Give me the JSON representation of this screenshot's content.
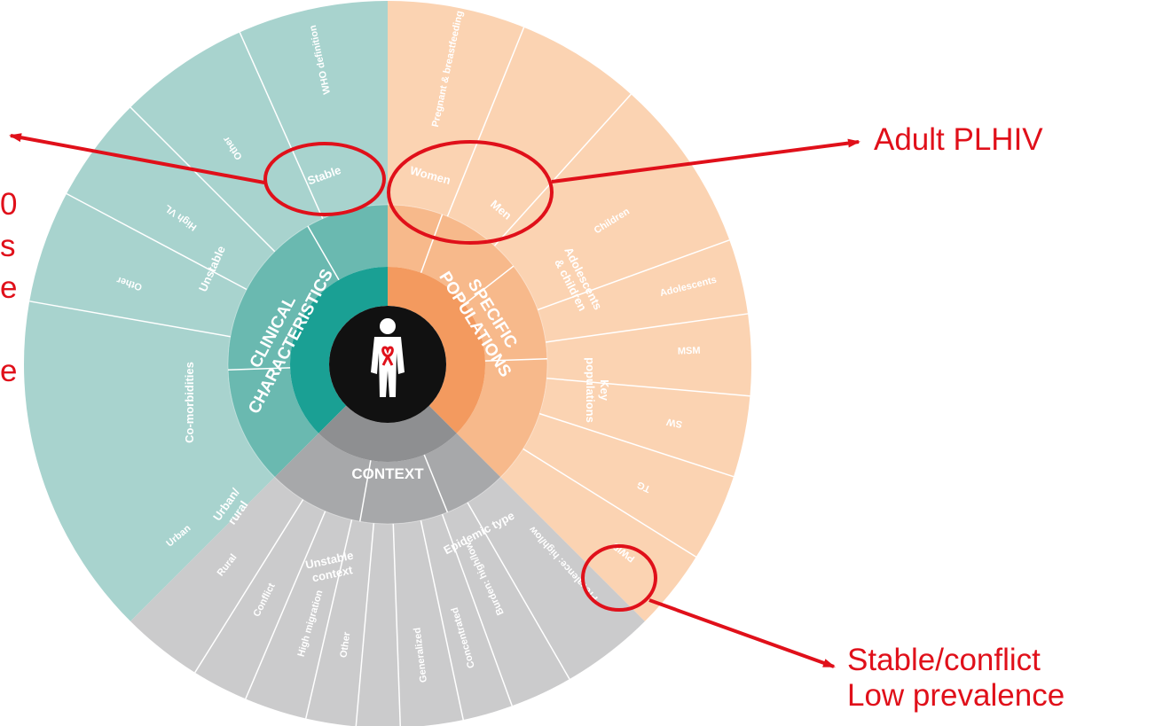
{
  "colors": {
    "clinical_outer": "#a8d3ce",
    "clinical_mid": "#6ab9b0",
    "clinical_inner": "#1aa094",
    "population_outer": "#fbd3b2",
    "population_mid": "#f7b98b",
    "population_inner": "#f39a5f",
    "context_outer": "#cbcbcc",
    "context_mid": "#a7a8aa",
    "context_inner": "#8e8f91",
    "center": "#111111",
    "annotation": "#e0101a"
  },
  "center_icon": "person-with-red-ribbon-icon",
  "inner_ring": {
    "clinical": "CLINICAL CHARACTERISTICS",
    "populations": "SPECIFIC POPULATIONS",
    "context": "CONTEXT"
  },
  "middle_ring": {
    "stable": "Stable",
    "unstable": "Unstable",
    "comorbidities": "Co-morbidities",
    "women": "Women",
    "men": "Men",
    "adolescents_children": "Adolescents & children",
    "key_populations": "Key populations",
    "urban_rural": "Urban/ rural",
    "unstable_context": "Unstable context",
    "epidemic_type": "Epidemic type"
  },
  "outer_ring": {
    "who_definition": "WHO definition",
    "other_1": "Other",
    "high_vl": "High VL",
    "other_2": "Other",
    "pregnant": "Pregnant & breastfeeding",
    "children": "Children",
    "adolescents": "Adolescents",
    "msm": "MSM",
    "sw": "SW",
    "tg": "TG",
    "pwid": "PWID",
    "prevalence": "Prevalence: high/low",
    "burden": "Burden: high/low",
    "concentrated": "Concentrated",
    "generalized": "Generalized",
    "other_3": "Other",
    "high_migration": "High migration",
    "conflict": "Conflict",
    "rural": "Rural",
    "urban": "Urban"
  },
  "annotations": {
    "adult": "Adult PLHIV",
    "stable_conflict_1": "Stable/conflict",
    "stable_conflict_2": "Low prevalence",
    "left_cut": [
      "0",
      "s",
      "e",
      "",
      "e"
    ]
  }
}
